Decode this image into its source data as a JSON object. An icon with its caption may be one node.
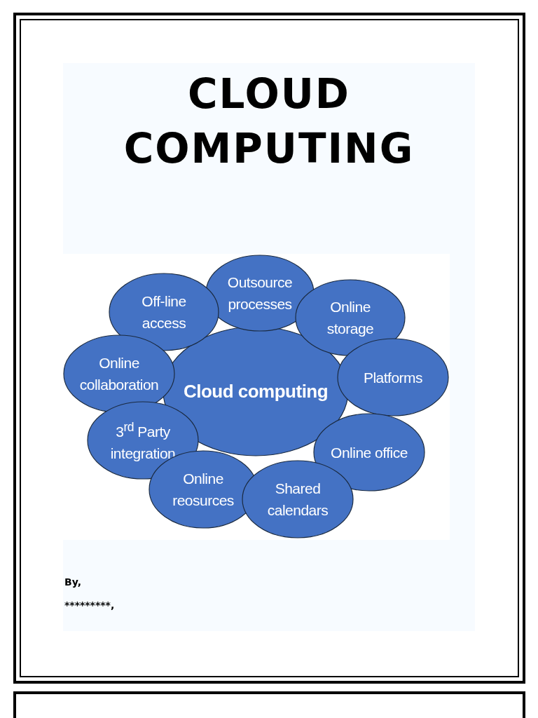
{
  "diagram": {
    "title": "CLOUD COMPUTING",
    "nodes": [
      {
        "text": [
          "Outsource processes"
        ]
      },
      {
        "text": [
          "Off-line access"
        ]
      },
      {
        "text": [
          "Online storage"
        ]
      },
      {
        "text": [
          "Online collaboration"
        ]
      },
      {
        "text": [
          "Cloud computing"
        ]
      },
      {
        "text": [
          "Platforms"
        ]
      },
      {
        "text": [
          "3$^{rd}$ Party integration"
        ]
      },
      {
        "text": [
          "Online office"
        ]
      },
      {
        "text": [
          "Online reosurces"
        ]
      },
      {
        "text": [
          "Shared calendars"
        ]
      }
    ],
    "labels": [
      "By,",
      "*********,"
    ]
  }
}
